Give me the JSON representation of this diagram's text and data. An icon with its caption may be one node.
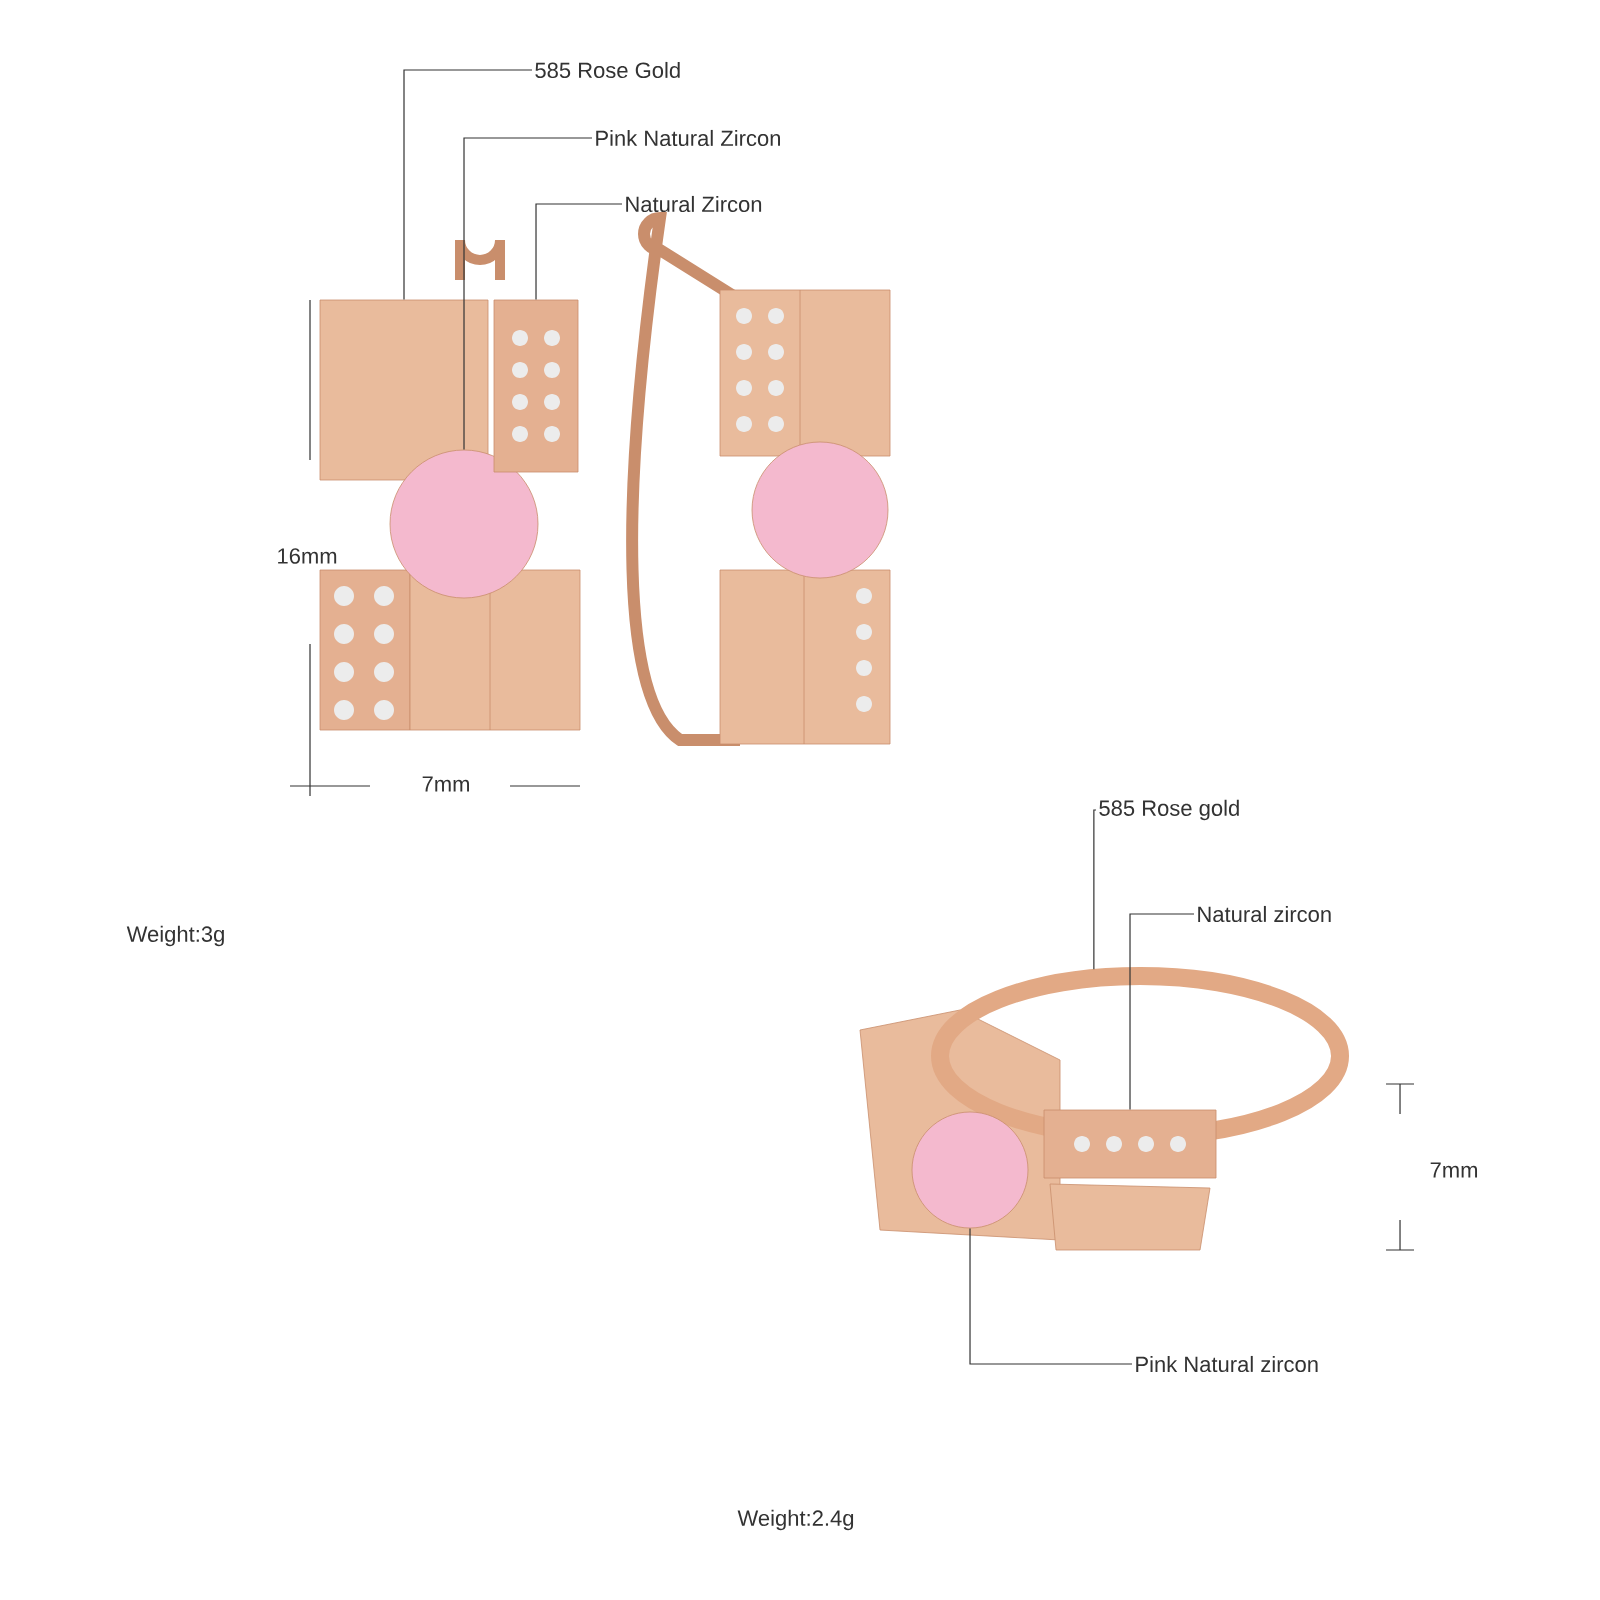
{
  "diagram": {
    "nodes": [
      {
        "text": [
          "585 Rose Gold"
        ]
      },
      {
        "text": [
          "Pink Natural Zircon"
        ]
      },
      {
        "text": [
          "Natural Zircon"
        ]
      },
      {
        "text": [],
        "shape": "box"
      },
      {
        "text": [],
        "shape": "circle"
      },
      {
        "text": [],
        "shape": "box"
      },
      {
        "text": [
          "585 Rose gold"
        ]
      },
      {
        "text": [
          "Natural zircon"
        ]
      },
      {
        "text": [
          "Pink Natural zircon"
        ]
      },
      {
        "text": [],
        "shape": "ellipse"
      },
      {
        "text": [],
        "shape": "box"
      },
      {
        "text": [],
        "shape": "circle"
      }
    ],
    "edges": [
      {
        "from": 0,
        "to": 3,
        "arrow": "none"
      },
      {
        "from": 1,
        "to": 4,
        "arrow": "none"
      },
      {
        "from": 2,
        "to": 5,
        "arrow": "none"
      },
      {
        "from": 6,
        "to": 9,
        "arrow": "none"
      },
      {
        "from": 7,
        "to": 10,
        "arrow": "none"
      },
      {
        "from": 8,
        "to": 11,
        "arrow": "none"
      }
    ],
    "labels": [
      "16mm",
      "7mm",
      "Weight:3g",
      "7mm",
      "Weight:2.4g"
    ]
  }
}
